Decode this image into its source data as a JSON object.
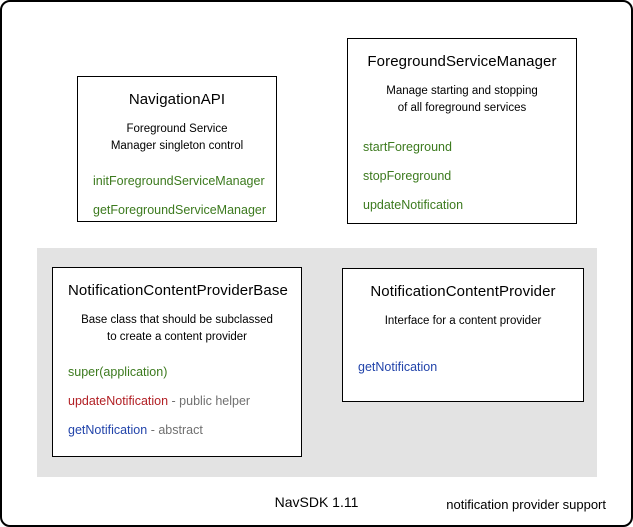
{
  "footer": {
    "label": "NavSDK 1.11"
  },
  "group": {
    "label": "notification provider support",
    "background": "#e3e3e3"
  },
  "colors": {
    "method_green": "#3c7a1e",
    "method_red": "#b22025",
    "method_blue": "#2244aa",
    "annotation_gray": "#707070"
  },
  "boxes": {
    "navigation_api": {
      "title": "NavigationAPI",
      "description": "Foreground Service\nManager singleton control",
      "methods": [
        {
          "label": "initForegroundServiceManager",
          "color": "green"
        },
        {
          "label": "getForegroundServiceManager",
          "color": "green"
        }
      ]
    },
    "foreground_service_manager": {
      "title": "ForegroundServiceManager",
      "description": "Manage starting and stopping\nof all foreground services",
      "methods": [
        {
          "label": "startForeground",
          "color": "green"
        },
        {
          "label": "stopForeground",
          "color": "green"
        },
        {
          "label": "updateNotification",
          "color": "green"
        }
      ]
    },
    "notification_content_provider_base": {
      "title": "NotificationContentProviderBase",
      "description": "Base class that should be subclassed\nto create a content provider",
      "methods": [
        {
          "label": "super(application)",
          "color": "green",
          "annotation": ""
        },
        {
          "label": "updateNotification",
          "color": "red",
          "annotation": " - public helper"
        },
        {
          "label": "getNotification",
          "color": "blue",
          "annotation": " - abstract"
        }
      ]
    },
    "notification_content_provider": {
      "title": "NotificationContentProvider",
      "description": "Interface for a content provider",
      "methods": [
        {
          "label": "getNotification",
          "color": "blue"
        }
      ]
    }
  }
}
